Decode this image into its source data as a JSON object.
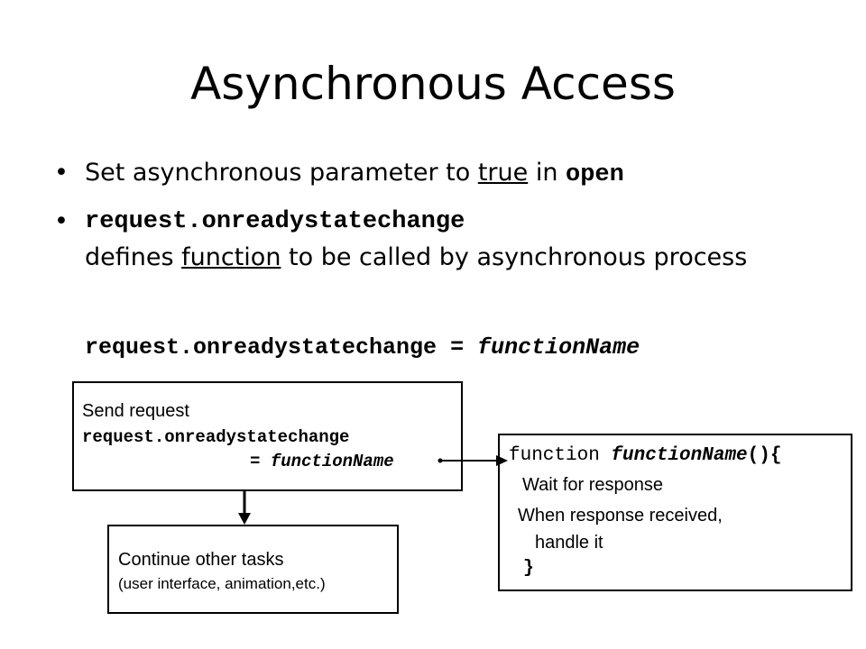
{
  "slide": {
    "title": "Asynchronous Access",
    "bullet_glyph": "•",
    "bullet1": {
      "text_a": "Set asynchronous parameter to ",
      "underlined": "true",
      "text_b": " in ",
      "code": "open"
    },
    "bullet2": {
      "code": "request.onreadystatechange",
      "line2_a": "defines ",
      "line2_underlined": "function",
      "line2_b": " to be called by asynchronous process"
    },
    "code_line": {
      "prefix": "request.onreadystatechange = ",
      "italic": "functionName"
    }
  },
  "diagram": {
    "send_box": {
      "line1": "Send request",
      "line2": "request.onreadystatechange",
      "line3_prefix": "= ",
      "line3_italic": "functionName"
    },
    "continue_box": {
      "line1": "Continue other tasks",
      "line2": "(user interface, animation,etc.)"
    },
    "function_box": {
      "header_keyword": "function ",
      "header_name": "functionName",
      "header_suffix": "(){",
      "line1": "Wait for response",
      "line2": "When response received,",
      "line3": "handle it",
      "closing": "}"
    }
  }
}
